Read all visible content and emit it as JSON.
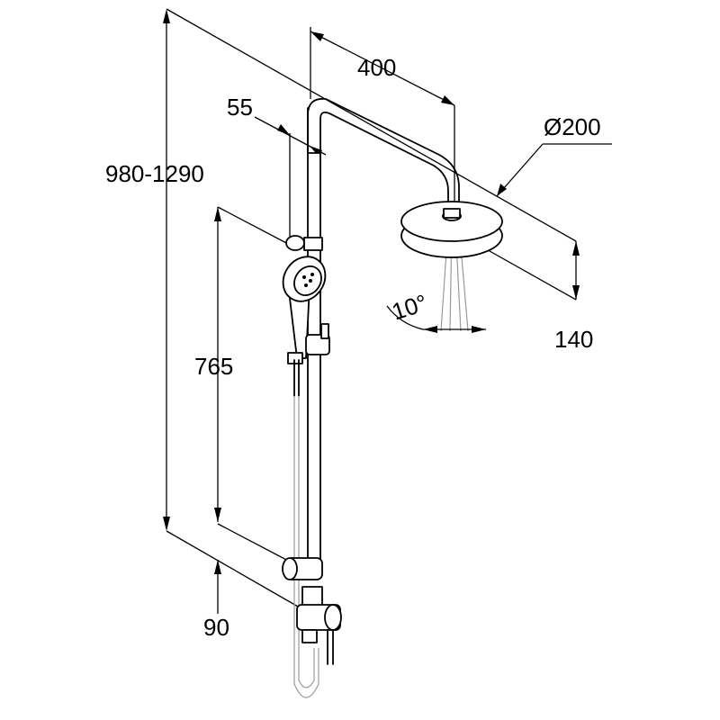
{
  "dimensions": {
    "total_height": "980-1290",
    "arm_length": "400",
    "wall_offset": "55",
    "head_diameter": "Ø200",
    "head_drop": "140",
    "slide_rail_length": "765",
    "bottom_offset": "90",
    "tilt_angle": "10°"
  }
}
